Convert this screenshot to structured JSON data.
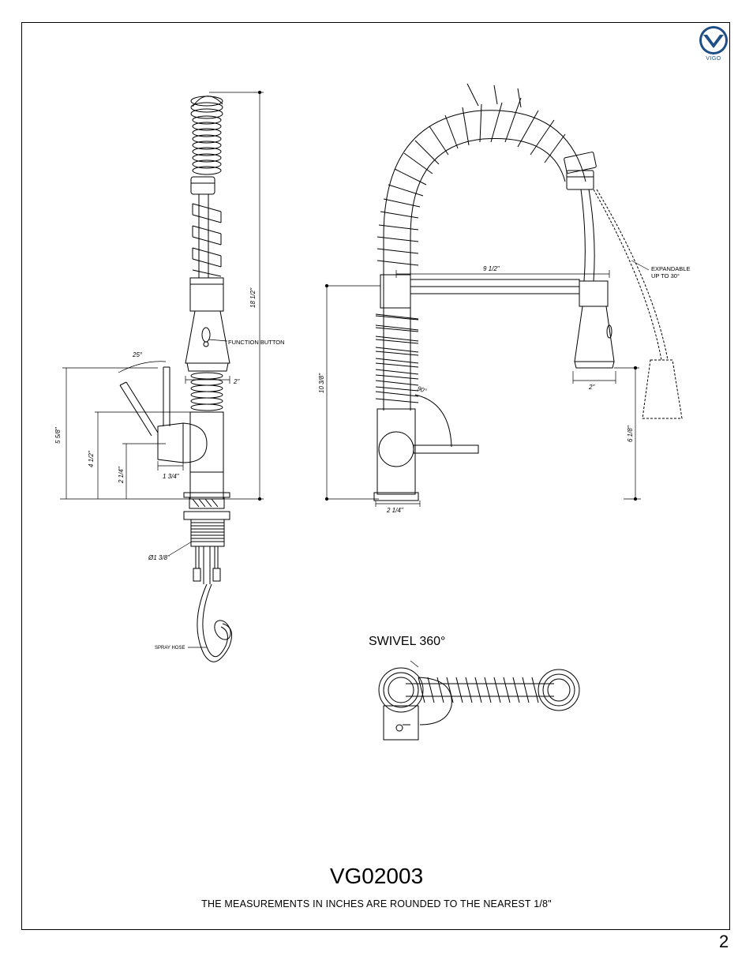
{
  "brand": {
    "name": "VIGO",
    "color": "#1f4f86"
  },
  "model": "VG02003",
  "note": "THE MEASUREMENTS IN INCHES ARE ROUNDED TO THE NEAREST 1/8\"",
  "page_number": "2",
  "views": {
    "side": {
      "dim_total_height": "18 1/2\"",
      "dim_function_width": "2\"",
      "dim_5_5_8": "5 5/8\"",
      "dim_4_1_2": "4 1/2\"",
      "dim_2_1_4": "2 1/4\"",
      "dim_1_3_4": "1 3/4\"",
      "dim_shank": "Ø1 3/8\"",
      "angle": "25°",
      "label_function_button": "FUNCTION BUTTON",
      "label_spray_hose": "SPRAY HOSE"
    },
    "front": {
      "dim_reach": "9 1/2\"",
      "dim_head": "2\"",
      "dim_spout_height": "10 3/8\"",
      "dim_base": "2 1/4\"",
      "dim_clearance": "6 1/8\"",
      "angle": "90°",
      "label_expandable_line1": "EXPANDABLE",
      "label_expandable_line2": "UP TO 30°"
    },
    "top": {
      "title": "SWIVEL 360°"
    }
  }
}
